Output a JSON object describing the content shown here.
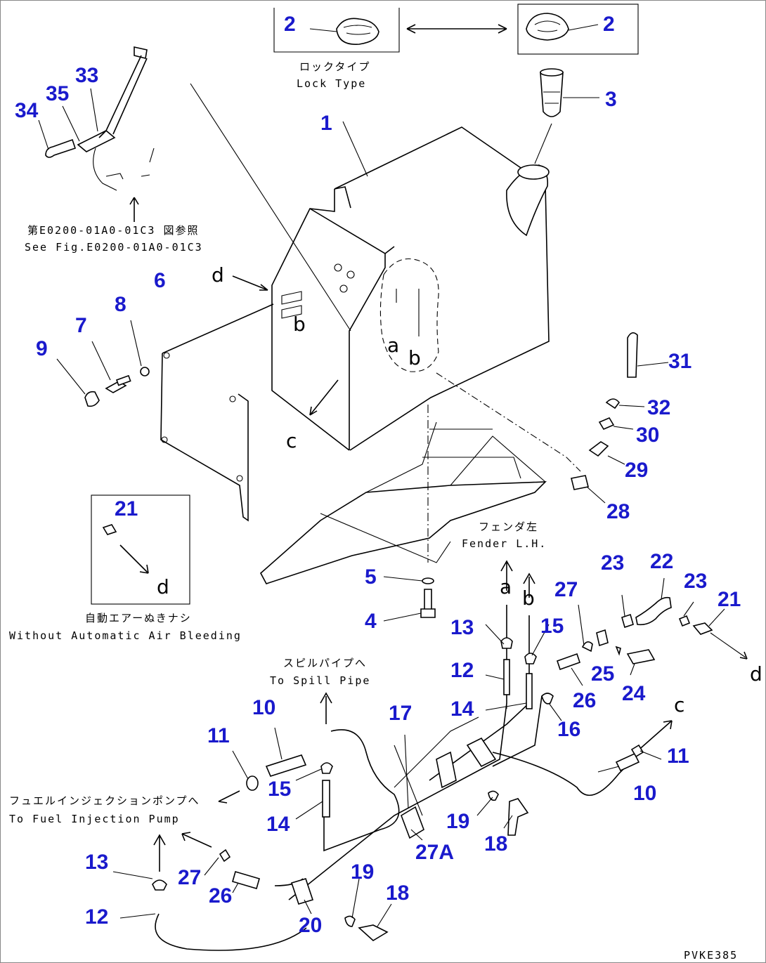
{
  "diagram": {
    "colors": {
      "callout": "#1a1acc",
      "line": "#000000",
      "background": "#ffffff"
    },
    "callouts": [
      {
        "id": "c2a",
        "text": "2"
      },
      {
        "id": "c2b",
        "text": "2"
      },
      {
        "id": "c3",
        "text": "3"
      },
      {
        "id": "c1",
        "text": "1"
      },
      {
        "id": "c33",
        "text": "33"
      },
      {
        "id": "c35",
        "text": "35"
      },
      {
        "id": "c34",
        "text": "34"
      },
      {
        "id": "c6",
        "text": "6"
      },
      {
        "id": "c8",
        "text": "8"
      },
      {
        "id": "c7",
        "text": "7"
      },
      {
        "id": "c9",
        "text": "9"
      },
      {
        "id": "c31",
        "text": "31"
      },
      {
        "id": "c32",
        "text": "32"
      },
      {
        "id": "c30",
        "text": "30"
      },
      {
        "id": "c29",
        "text": "29"
      },
      {
        "id": "c28",
        "text": "28"
      },
      {
        "id": "c21a",
        "text": "21"
      },
      {
        "id": "c5",
        "text": "5"
      },
      {
        "id": "c4",
        "text": "4"
      },
      {
        "id": "c27a",
        "text": "27"
      },
      {
        "id": "c23a",
        "text": "23"
      },
      {
        "id": "c22",
        "text": "22"
      },
      {
        "id": "c23b",
        "text": "23"
      },
      {
        "id": "c21b",
        "text": "21"
      },
      {
        "id": "c13a",
        "text": "13"
      },
      {
        "id": "c15a",
        "text": "15"
      },
      {
        "id": "c12a",
        "text": "12"
      },
      {
        "id": "c14a",
        "text": "14"
      },
      {
        "id": "c26a",
        "text": "26"
      },
      {
        "id": "c25",
        "text": "25"
      },
      {
        "id": "c24",
        "text": "24"
      },
      {
        "id": "c16",
        "text": "16"
      },
      {
        "id": "c17",
        "text": "17"
      },
      {
        "id": "c10a",
        "text": "10"
      },
      {
        "id": "c11a",
        "text": "11"
      },
      {
        "id": "c15b",
        "text": "15"
      },
      {
        "id": "c14b",
        "text": "14"
      },
      {
        "id": "c11b",
        "text": "11"
      },
      {
        "id": "c10b",
        "text": "10"
      },
      {
        "id": "c19a",
        "text": "19"
      },
      {
        "id": "c18a",
        "text": "18"
      },
      {
        "id": "c27A",
        "text": "27A"
      },
      {
        "id": "c13b",
        "text": "13"
      },
      {
        "id": "c27b",
        "text": "27"
      },
      {
        "id": "c26b",
        "text": "26"
      },
      {
        "id": "c19b",
        "text": "19"
      },
      {
        "id": "c18b",
        "text": "18"
      },
      {
        "id": "c12b",
        "text": "12"
      },
      {
        "id": "c20",
        "text": "20"
      }
    ],
    "letters": [
      {
        "id": "l_d1",
        "text": "d"
      },
      {
        "id": "l_b1",
        "text": "b"
      },
      {
        "id": "l_a1",
        "text": "a"
      },
      {
        "id": "l_b2",
        "text": "b"
      },
      {
        "id": "l_c1",
        "text": "c"
      },
      {
        "id": "l_d2",
        "text": "d"
      },
      {
        "id": "l_a2",
        "text": "a"
      },
      {
        "id": "l_b3",
        "text": "b"
      },
      {
        "id": "l_c2",
        "text": "c"
      },
      {
        "id": "l_d3",
        "text": "d"
      }
    ],
    "notes": {
      "lock_type_jp": "ロックタイプ",
      "lock_type_en": "Lock Type",
      "see_fig_jp": "第E0200-01A0-01C3 図参照",
      "see_fig_en": "See Fig.E0200-01A0-01C3",
      "fender_jp": "フェンダ左",
      "fender_en": "Fender L.H.",
      "no_bleed_jp": "自動エアーぬきナシ",
      "no_bleed_en": "Without Automatic Air Bleeding",
      "spill_jp": "スピルパイプへ",
      "spill_en": "To Spill Pipe",
      "fuel_pump_jp": "フュエルインジェクションポンプへ",
      "fuel_pump_en": "To Fuel Injection Pump",
      "drawing_code": "PVKE385"
    }
  }
}
